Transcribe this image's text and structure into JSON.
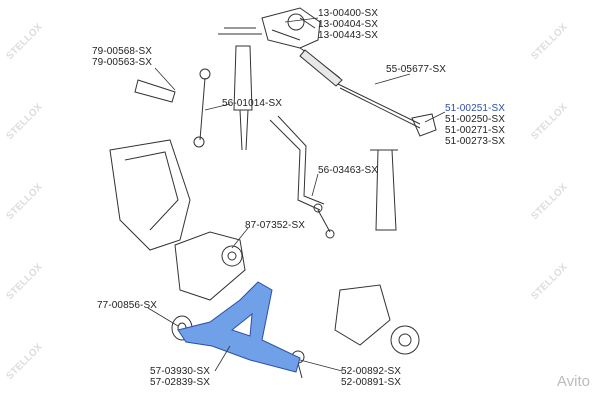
{
  "brand": {
    "watermark": "STELLOX",
    "avito": "Avito"
  },
  "colors": {
    "highlight": "#2b4fa8",
    "part_blue": "#6fa0e8",
    "text": "#222222"
  },
  "labels": {
    "steering_rack": [
      "13-00400-SX",
      "13-00404-SX",
      "13-00443-SX"
    ],
    "stab_mount": [
      "79-00568-SX",
      "79-00563-SX"
    ],
    "tie_rod": "55-05677-SX",
    "tie_rod_end_highlight": "51-00251-SX",
    "tie_rod_end": [
      "51-00250-SX",
      "51-00271-SX",
      "51-00273-SX"
    ],
    "stab_link_left": "56-01014-SX",
    "stab_link_right": "56-03463-SX",
    "engine_mount": "87-07352-SX",
    "arm_bushing": "77-00856-SX",
    "control_arm": [
      "57-03930-SX",
      "57-02839-SX"
    ],
    "ball_joint": [
      "52-00892-SX",
      "52-00891-SX"
    ]
  }
}
